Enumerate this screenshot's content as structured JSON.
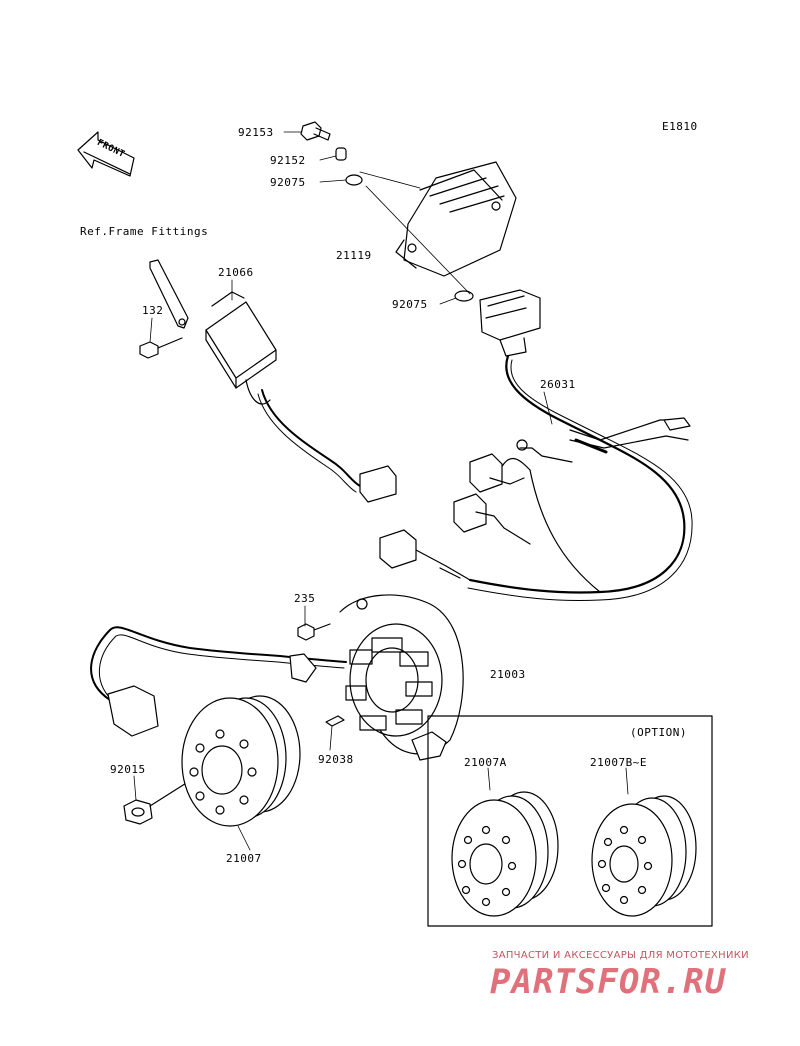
{
  "diagram_code": "E1810",
  "front_label": "FRONT",
  "ref_note": "Ref.Frame Fittings",
  "option_label": "(OPTION)",
  "parts": {
    "p92153": "92153",
    "p92152": "92152",
    "p92075a": "92075",
    "p21119": "21119",
    "p92075b": "92075",
    "p21066": "21066",
    "p132": "132",
    "p26031": "26031",
    "p235": "235",
    "p21003": "21003",
    "p92038": "92038",
    "p92015": "92015",
    "p21007": "21007",
    "p21007A": "21007A",
    "p21007BE": "21007B~E"
  },
  "watermark": {
    "tagline": "ЗАПЧАСТИ И АКСЕССУАРЫ ДЛЯ МОТОТЕХНИКИ",
    "logo": "PARTSFOR.RU"
  },
  "colors": {
    "line": "#000000",
    "watermark": "#e0707a"
  }
}
